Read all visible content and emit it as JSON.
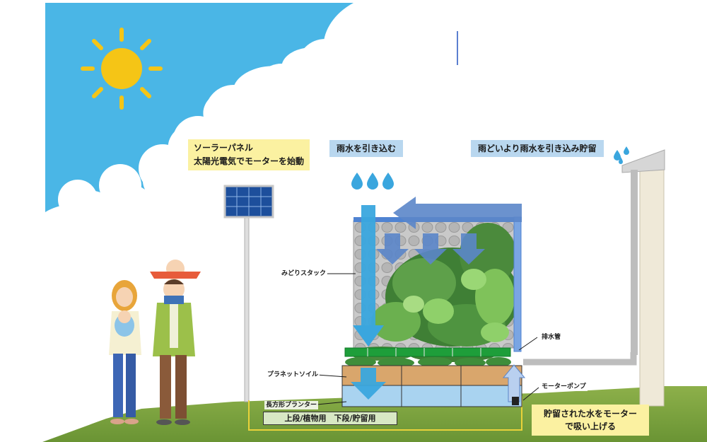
{
  "solar": {
    "title": "ソーラーパネル",
    "desc": "太陽光電気でモーターを始動"
  },
  "rain_in": "雨水を引き込む",
  "gutter": "雨どいより雨水を引き込み貯留",
  "parts": {
    "stack": "みどりスタック",
    "drain_pipe": "排水管",
    "planet_soil": "プラネットソイル",
    "motor_pump": "モーターポンプ",
    "planter": "長方形プランター"
  },
  "planter_levels": "上段/植物用　下段/貯留用",
  "pump_note": {
    "line1": "貯留された水をモーター",
    "line2": "で吸い上げる"
  },
  "colors": {
    "sky": "#4ab6e6",
    "grass": "#7ba23f",
    "water": "#3aa6de",
    "arrow_blue": "#5b86c9",
    "label_yellow": "#fbf1a1",
    "label_blue": "#b9d7ef",
    "drain_green": "#1e9e3a"
  }
}
